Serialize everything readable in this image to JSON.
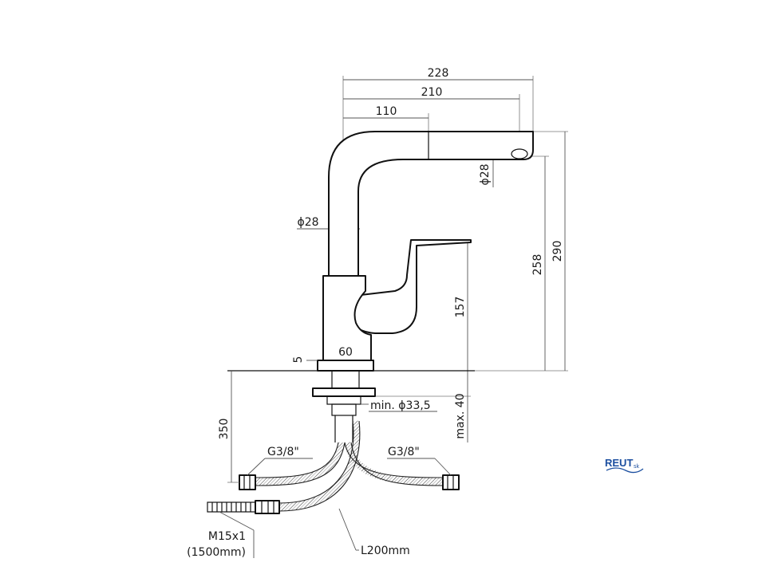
{
  "dimensions": {
    "d228": "228",
    "d210": "210",
    "d110": "110",
    "d28_spout": "ϕ28",
    "d28_body": "ϕ28",
    "d290": "290",
    "d258": "258",
    "d157": "157",
    "d5": "5",
    "d60": "60",
    "d350": "350",
    "hole": "min. ϕ33,5",
    "deck": "max. 40"
  },
  "connections": {
    "left_thread": "G3/8\"",
    "right_thread": "G3/8\"",
    "pull_hose_thread": "M15x1",
    "pull_hose_length": "(1500mm)",
    "supply_length": "L200mm"
  },
  "logo": {
    "text": "REUT",
    "suffix": "sk",
    "color": "#1c4fa0"
  }
}
